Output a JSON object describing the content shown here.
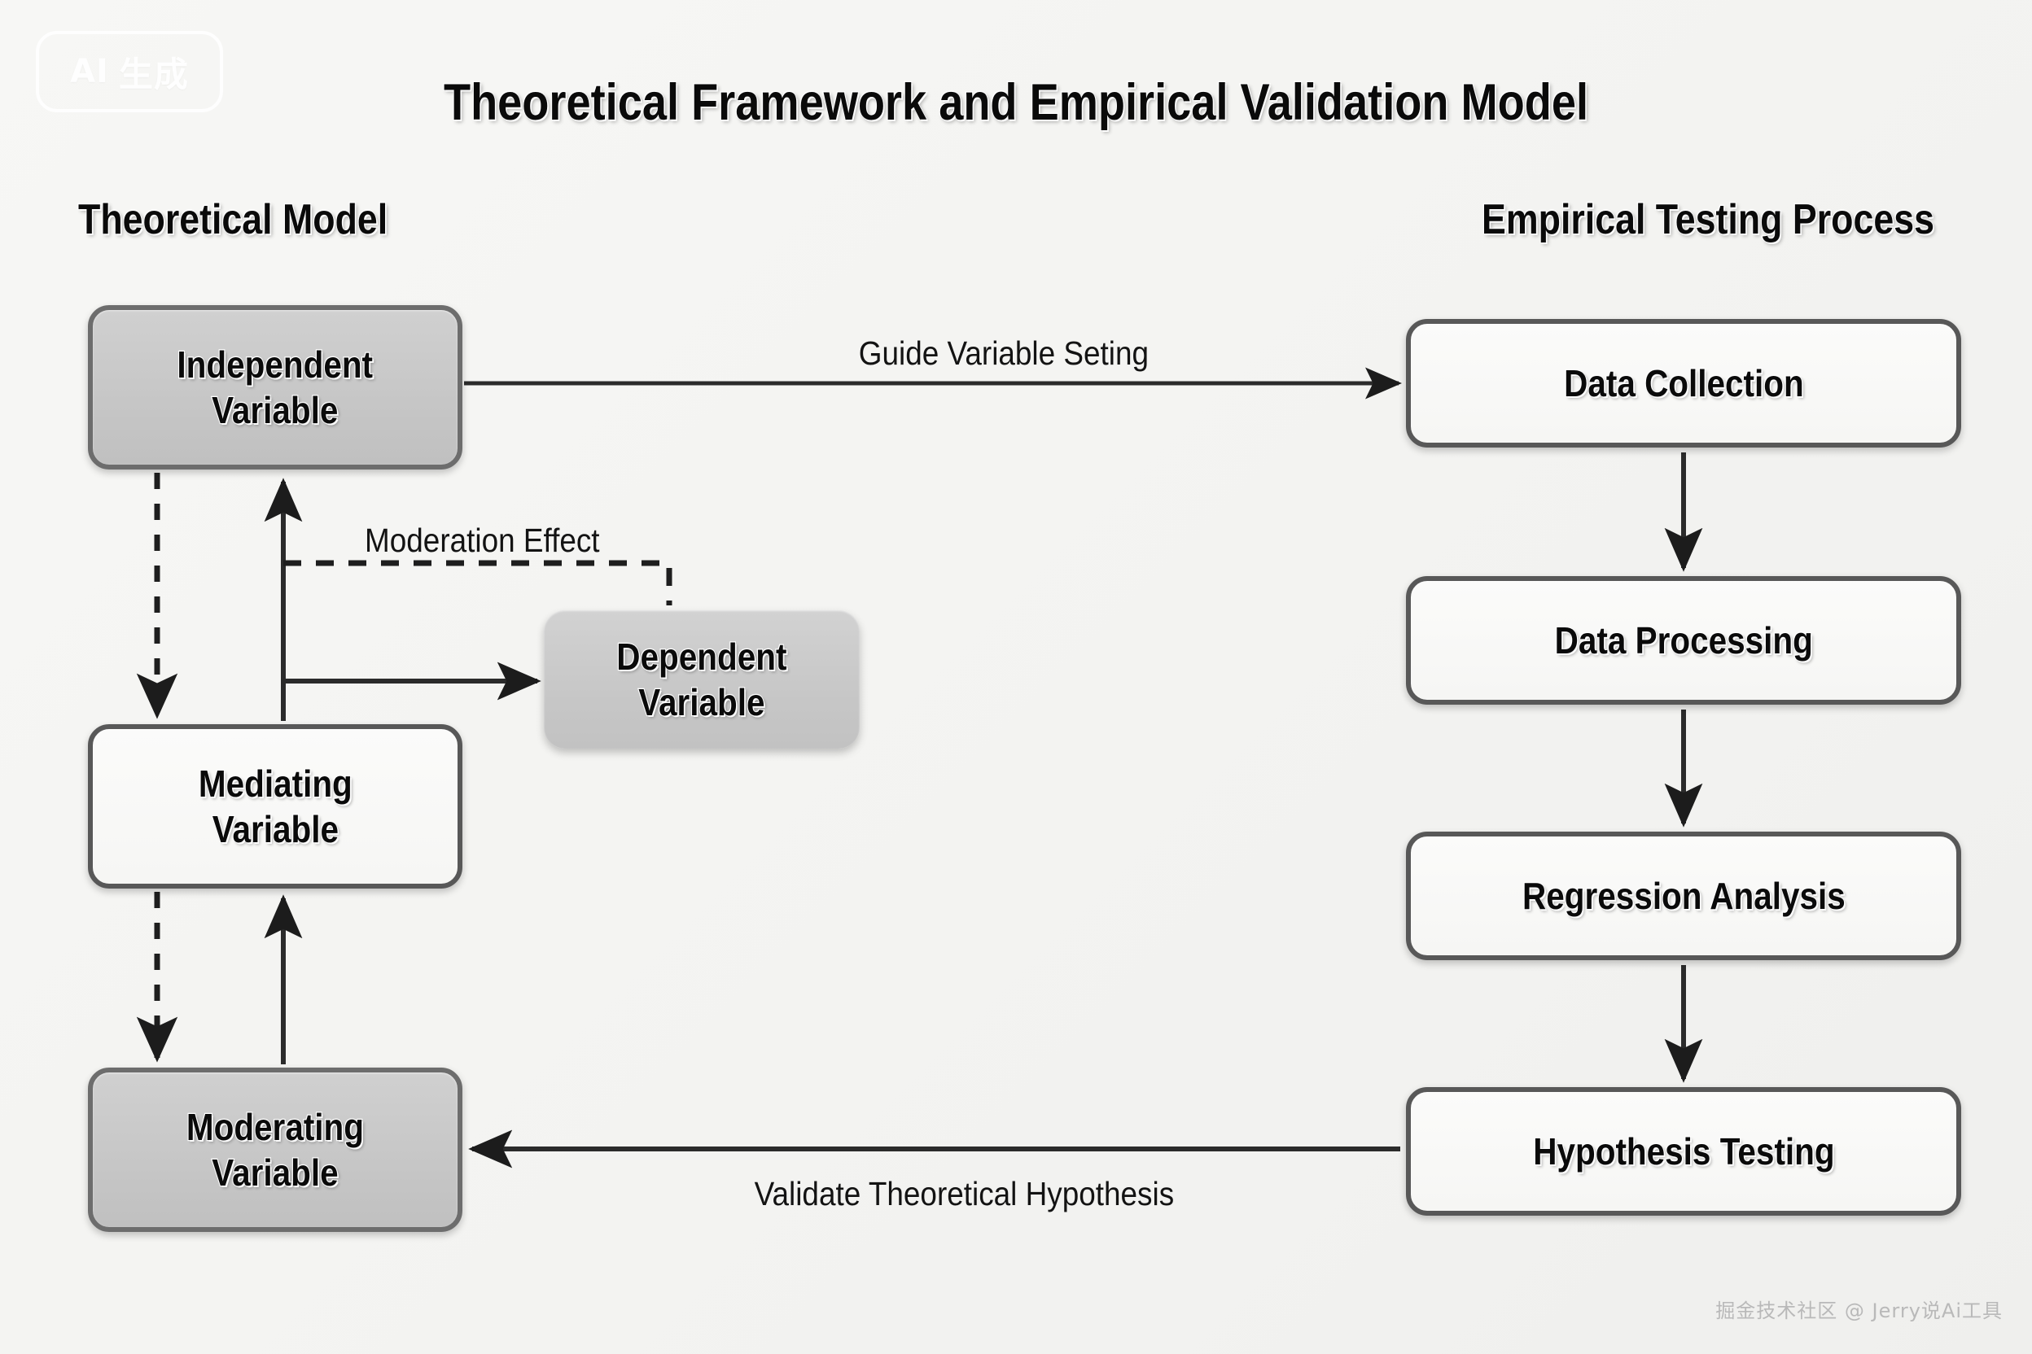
{
  "title": "Theoretical Framework and Empirical Validation Model",
  "watermark_badge": {
    "prefix": "AI",
    "suffix": "生成"
  },
  "watermark_bottom": "掘金技术社区 @ Jerry说Ai工具",
  "sections": {
    "left_title": "Theoretical Model",
    "right_title": "Empirical Testing Process"
  },
  "colors": {
    "background": "#f4f4f2",
    "node_gray_fill": "#c8c8c8",
    "node_white_fill": "#f8f8f6",
    "node_border_gray": "#6d6d6d",
    "node_border_dark": "#585858",
    "edge": "#2b2b2b",
    "text": "#0a0a0a",
    "watermark": "#b9b9b9"
  },
  "nodes": {
    "independent_variable": "Independent\nVariable",
    "mediating_variable": "Mediating\nVariable",
    "moderating_variable": "Moderating\nVariable",
    "dependent_variable": "Dependent\nVariable",
    "data_collection": "Data Collection",
    "data_processing": "Data Processing",
    "regression_analysis": "Regression Analysis",
    "hypothesis_testing": "Hypothesis Testing"
  },
  "edge_labels": {
    "guide_variable_setting": "Guide Variable Seting",
    "moderation_effect": "Moderation Effect",
    "validate_theoretical_hypothesis": "Validate Theoretical Hypothesis"
  },
  "edges": [
    {
      "from": "independent_variable",
      "to": "data_collection",
      "style": "solid",
      "label": "Guide Variable Seting"
    },
    {
      "from": "independent_variable",
      "to": "mediating_variable",
      "style": "dashed",
      "label": ""
    },
    {
      "from": "mediating_variable",
      "to": "independent_variable",
      "style": "solid",
      "label": ""
    },
    {
      "from": "mediating_variable",
      "to": "moderating_variable",
      "style": "dashed",
      "label": ""
    },
    {
      "from": "moderating_variable",
      "to": "mediating_variable",
      "style": "solid",
      "label": ""
    },
    {
      "from": "mediating_variable",
      "to": "dependent_variable",
      "style": "solid",
      "label": ""
    },
    {
      "from": "moderating_variable",
      "to": "dependent_variable",
      "style": "dashed",
      "label": "Moderation Effect"
    },
    {
      "from": "data_collection",
      "to": "data_processing",
      "style": "solid",
      "label": ""
    },
    {
      "from": "data_processing",
      "to": "regression_analysis",
      "style": "solid",
      "label": ""
    },
    {
      "from": "regression_analysis",
      "to": "hypothesis_testing",
      "style": "solid",
      "label": ""
    },
    {
      "from": "hypothesis_testing",
      "to": "moderating_variable",
      "style": "solid",
      "label": "Validate Theoretical Hypothesis"
    }
  ]
}
